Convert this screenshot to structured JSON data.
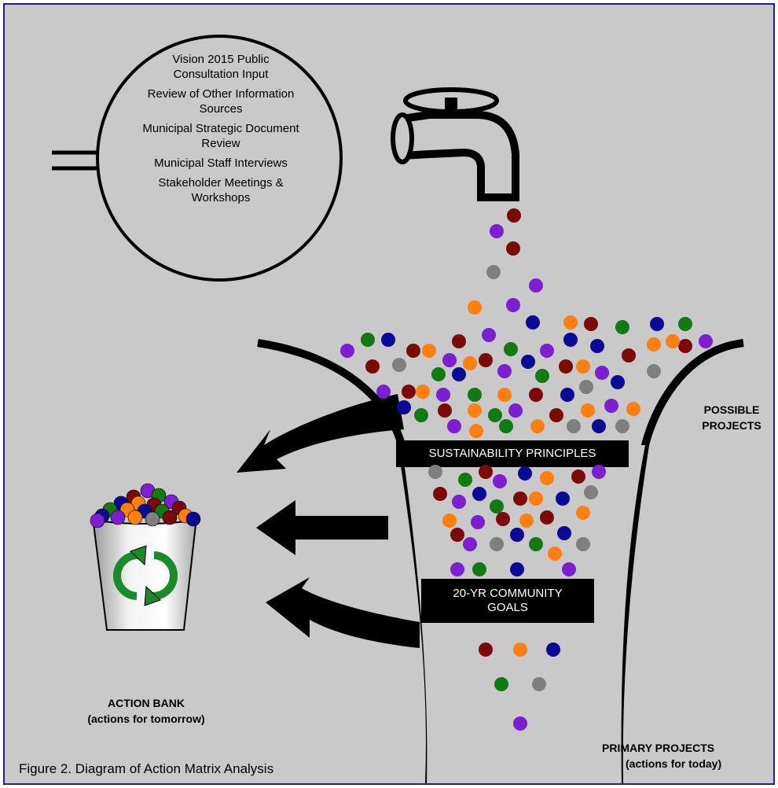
{
  "sources": [
    "Vision 2015 Public Consultation Input",
    "Review of Other Information Sources",
    "Municipal Strategic Document Review",
    "Municipal Staff Interviews",
    "Stakeholder Meetings & Workshops"
  ],
  "filters": {
    "first": "SUSTAINABILITY PRINCIPLES",
    "second": "20-YR COMMUNITY GOALS"
  },
  "labels": {
    "possible_projects": "POSSIBLE PROJECTS",
    "action_bank": "ACTION BANK",
    "action_bank_sub": "(actions for tomorrow)",
    "primary_projects": "PRIMARY PROJECTS",
    "primary_projects_sub": "(actions for today)"
  },
  "caption": "Figure 2.  Diagram of Action Matrix Analysis",
  "colors": {
    "background": "#c9c9c9",
    "border": "#1e1e8c",
    "dot_purple": "#7b1fd0",
    "dot_maroon": "#7a0a0a",
    "dot_orange": "#ff7f10",
    "dot_navy": "#0a0a96",
    "dot_green": "#137a13",
    "dot_gray": "#7f7f7f",
    "recycle_green": "#1a8a2a"
  },
  "icons": [
    "faucet-icon",
    "bucket-icon",
    "recycle-icon",
    "arrow-left-icon"
  ]
}
